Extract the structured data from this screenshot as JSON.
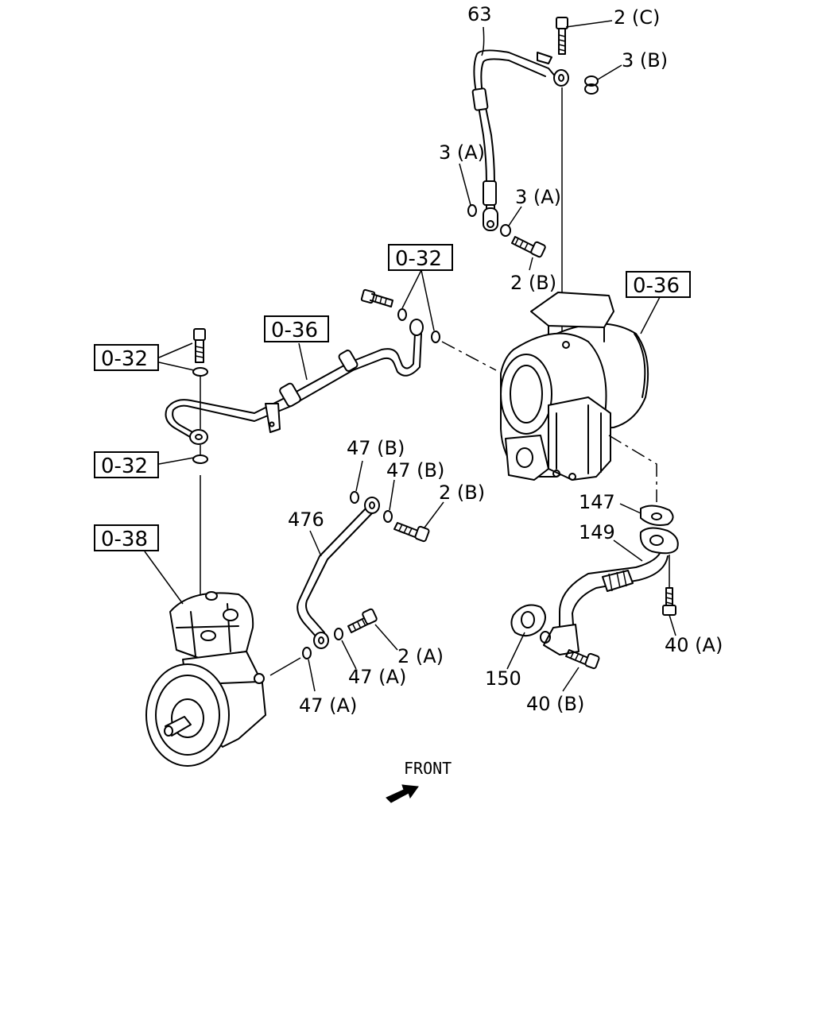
{
  "callouts": {
    "p63": "63",
    "p2c": "2 (C)",
    "p3b": "3 (B)",
    "p3a_top": "3 (A)",
    "p3a_mid": "3 (A)",
    "p2b_top": "2 (B)",
    "p47b_1": "47 (B)",
    "p47b_2": "47 (B)",
    "p2b_mid": "2 (B)",
    "p476": "476",
    "p2a": "2 (A)",
    "p47a_1": "47 (A)",
    "p47a_2": "47 (A)",
    "p147": "147",
    "p149": "149",
    "p150": "150",
    "p40a": "40 (A)",
    "p40b": "40 (B)"
  },
  "refs": {
    "r032_top": "0-32",
    "r036_right": "0-36",
    "r036_left": "0-36",
    "r032_left": "0-32",
    "r032_mid": "0-32",
    "r038": "0-38"
  },
  "front_label": "FRONT"
}
